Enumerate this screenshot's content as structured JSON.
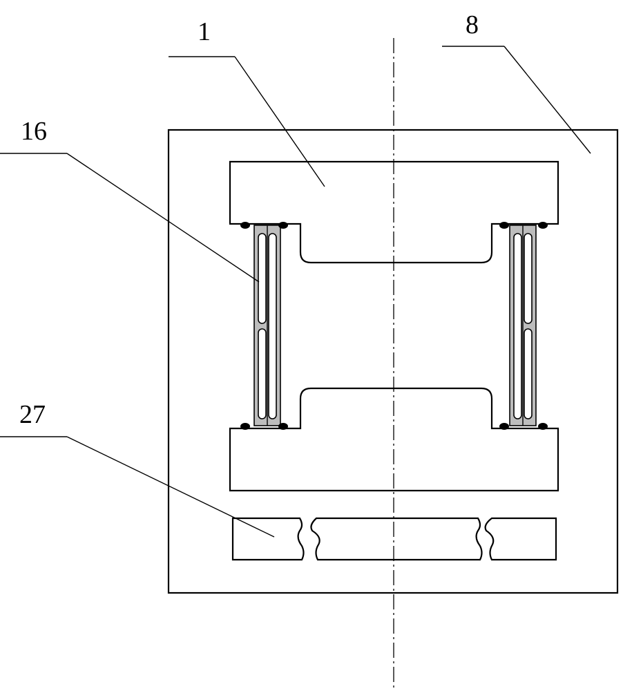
{
  "labels": {
    "part_1": "1",
    "part_8": "8",
    "part_16": "16",
    "part_27": "27"
  },
  "colors": {
    "line": "#000000",
    "background": "#ffffff",
    "post_fill": "#bdbdbd"
  }
}
